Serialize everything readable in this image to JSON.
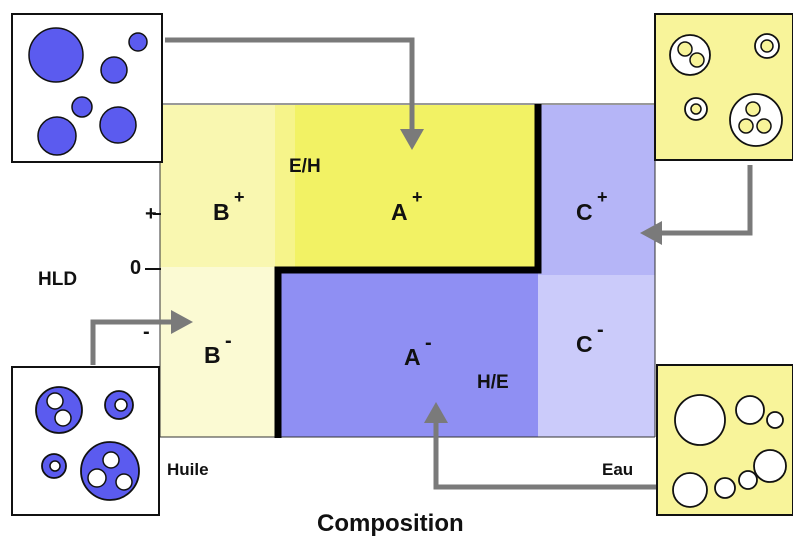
{
  "diagram": {
    "region_labels": {
      "a_plus": "A",
      "a_minus": "A",
      "b_plus": "B",
      "b_minus": "B",
      "c_plus": "C",
      "c_minus": "C",
      "sup_plus": "+",
      "sup_minus": "-"
    },
    "emulsion_labels": {
      "eh": "E/H",
      "he": "H/E"
    },
    "axis": {
      "y_title": "HLD",
      "tick_plus": "+",
      "tick_zero": "0",
      "tick_minus": "-",
      "x_title": "Composition",
      "x_left": "Huile",
      "x_right": "Eau"
    },
    "colors": {
      "yellow_light": "#f9f7b0",
      "yellow_mid": "#f6f48a",
      "yellow_strong": "#f2f264",
      "yellow_pale": "#fbfad3",
      "blue_strong": "#8f8ff3",
      "blue_mid": "#b5b5f7",
      "blue_light": "#cbcbfa",
      "drop_blue": "#5b5bef",
      "panel_yellow": "#f8f49a",
      "arrow_gray": "#7a7a7a",
      "boundary": "#000000"
    }
  }
}
